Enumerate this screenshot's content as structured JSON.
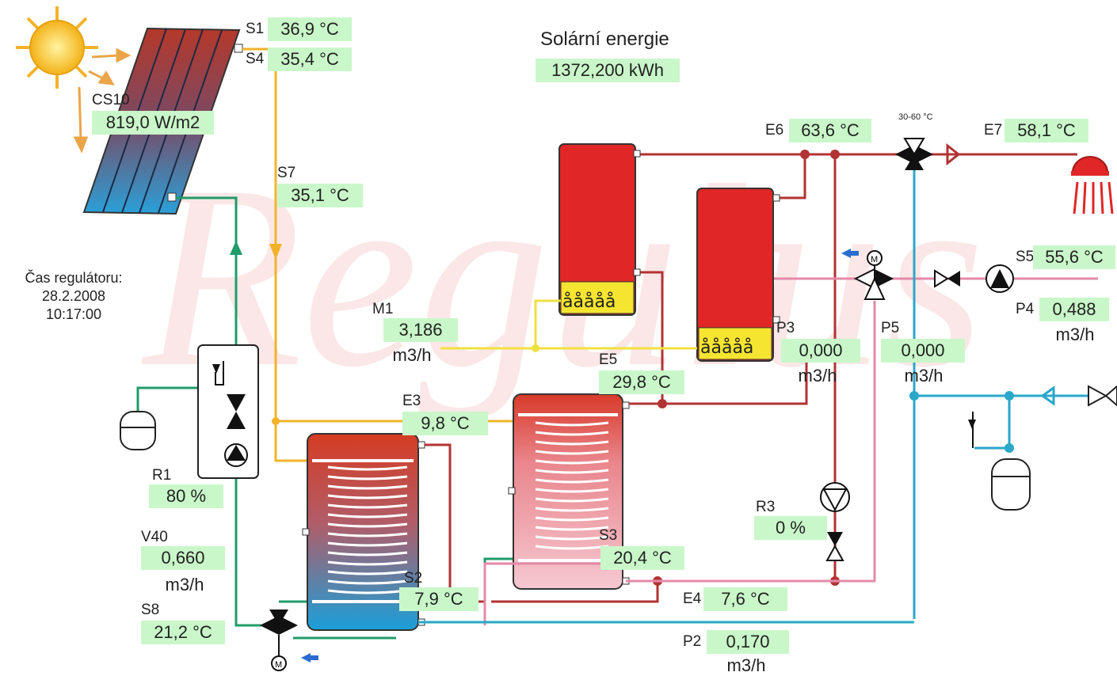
{
  "title": "Solární energie",
  "energy_total": "1372,200 kWh",
  "clock": {
    "label": "Čas regulátoru:",
    "date": "28.2.2008",
    "time": "10:17:00"
  },
  "valve_range": "30-60 °C",
  "units": {
    "flow": "m3/h"
  },
  "sensors": {
    "S1": {
      "name": "S1",
      "value": "36,9 °C"
    },
    "S4": {
      "name": "S4",
      "value": "35,4 °C"
    },
    "CS10": {
      "name": "CS10",
      "value": "819,0 W/m2"
    },
    "S7": {
      "name": "S7",
      "value": "35,1 °C"
    },
    "E6": {
      "name": "E6",
      "value": "63,6 °C"
    },
    "E7": {
      "name": "E7",
      "value": "58,1 °C"
    },
    "S5": {
      "name": "S5",
      "value": "55,6 °C"
    },
    "P4": {
      "name": "P4",
      "value": "0,488"
    },
    "M1": {
      "name": "M1",
      "value": "3,186"
    },
    "P3": {
      "name": "P3",
      "value": "0,000"
    },
    "P5": {
      "name": "P5",
      "value": "0,000"
    },
    "E5": {
      "name": "E5",
      "value": "29,8 °C"
    },
    "E3": {
      "name": "E3",
      "value": "9,8 °C"
    },
    "R1": {
      "name": "R1",
      "value": "80 %"
    },
    "V40": {
      "name": "V40",
      "value": "0,660"
    },
    "S8": {
      "name": "S8",
      "value": "21,2 °C"
    },
    "S2": {
      "name": "S2",
      "value": "7,9 °C"
    },
    "S3": {
      "name": "S3",
      "value": "20,4 °C"
    },
    "R3": {
      "name": "R3",
      "value": "0 %"
    },
    "E4": {
      "name": "E4",
      "value": "7,6 °C"
    },
    "P2": {
      "name": "P2",
      "value": "0,170"
    }
  },
  "colors": {
    "solar_pipe": "#f2b32a",
    "hot_pipe": "#b23333",
    "cold_pipe": "#2aa7c9",
    "loop_pipe": "#1f9c6a",
    "gas_pipe": "#f0e040",
    "tank_red": "#e02626",
    "value_bg": "#c9f7c9"
  }
}
